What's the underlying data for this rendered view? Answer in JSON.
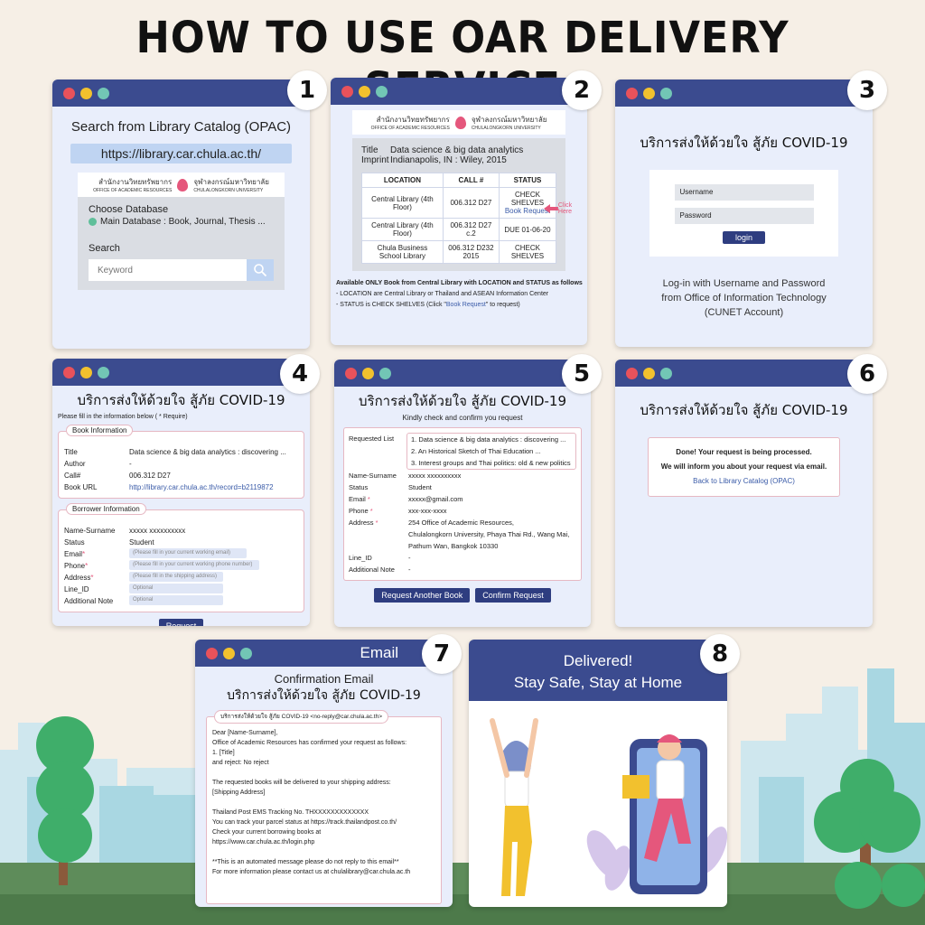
{
  "title": "HOW TO USE OAR DELIVERY SERVICE",
  "colors": {
    "bar": "#3b4b8f",
    "panel": "#e9eefb",
    "accent": "#e5577c",
    "button": "#2e3d80",
    "background": "#f6efe6"
  },
  "logo": {
    "left_th": "สำนักงานวิทยทรัพยากร",
    "left_en": "OFFICE OF ACADEMIC RESOURCES",
    "right_th": "จุฬาลงกรณ์มหาวิทยาลัย",
    "right_en": "CHULALONGKORN UNIVERSITY"
  },
  "service_th": "บริการส่งให้ด้วยใจ สู้ภัย COVID-19",
  "steps": {
    "s1": {
      "num": "1",
      "heading": "Search from Library Catalog (OPAC)",
      "url": "https://library.car.chula.ac.th/",
      "choose_label": "Choose Database",
      "database": "Main Database : Book, Journal, Thesis ...",
      "search_label": "Search",
      "search_placeholder": "Keyword",
      "search_icon": "magnifier-icon"
    },
    "s2": {
      "num": "2",
      "title_label": "Title",
      "title_value": "Data science & big data analytics",
      "imprint_label": "Imprint",
      "imprint_value": "Indianapolis, IN : Wiley, 2015",
      "headers": [
        "LOCATION",
        "CALL #",
        "STATUS"
      ],
      "rows": [
        {
          "location": "Central Library (4th Floor)",
          "call": "006.312 D27",
          "status": "CHECK SHELVES",
          "link": "Book Request"
        },
        {
          "location": "Central Library (4th Floor)",
          "call": "006.312 D27 c.2",
          "status": "DUE 01-06-20"
        },
        {
          "location": "Chula Business School Library",
          "call": "006.312 D232 2015",
          "status": "CHECK SHELVES"
        }
      ],
      "click_here": "Click Here",
      "note1": "Available ONLY Book from Central Library with LOCATION and STATUS as follows",
      "note2": "- LOCATION are Central Library or Thailand and ASEAN Information Center",
      "note3_pre": "- STATUS is CHECK SHELVES (Click \"",
      "note3_link": "Book Request",
      "note3_post": "\" to request)"
    },
    "s3": {
      "num": "3",
      "username": "Username",
      "password": "Password",
      "login": "login",
      "desc1": "Log-in with Username and Password",
      "desc2": "from Office of Information Technology",
      "desc3": "(CUNET Account)"
    },
    "s4": {
      "num": "4",
      "instruction": "Please fill in the information below ( * Require)",
      "book_tag": "Book Information",
      "book": [
        [
          "Title",
          "Data science & big data analytics : discovering ..."
        ],
        [
          "Author",
          "-"
        ],
        [
          "Call#",
          "006.312 D27"
        ],
        [
          "Book URL",
          "http://library.car.chula.ac.th/record=b2119872"
        ]
      ],
      "borrower_tag": "Borrower Information",
      "borrower": [
        [
          "Name-Surname",
          "xxxxx xxxxxxxxxx"
        ],
        [
          "Status",
          "Student"
        ]
      ],
      "fields": [
        [
          "Email",
          "*",
          "(Please fill in your current working email)"
        ],
        [
          "Phone",
          "*",
          "(Please fill in your current working phone number)"
        ],
        [
          "Address",
          "*",
          "(Please fill in the shipping address)"
        ],
        [
          "Line_ID",
          "",
          "Optional"
        ],
        [
          "Additional Note",
          "",
          "Optional"
        ]
      ],
      "request": "Request"
    },
    "s5": {
      "num": "5",
      "subtitle": "Kindly check and confirm you request",
      "req_label": "Requested List",
      "req": [
        "1. Data science & big data analytics : discovering ...",
        "2. An Historical Sketch of Thai Education ...",
        "3. Interest groups and Thai politics: old & new politics"
      ],
      "rows": [
        [
          "Name-Surname",
          "",
          "xxxxx xxxxxxxxxx"
        ],
        [
          "Status",
          "",
          "Student"
        ],
        [
          "Email",
          "*",
          "xxxxx@gmail.com"
        ],
        [
          "Phone",
          "*",
          "xxx-xxx-xxxx"
        ]
      ],
      "address_label": "Address",
      "address": [
        "254 Office of Academic Resources,",
        "Chulalongkorn University, Phaya Thai Rd., Wang Mai,",
        "Pathum Wan, Bangkok 10330"
      ],
      "rows2": [
        [
          "Line_ID",
          "-"
        ],
        [
          "Additional Note",
          "-"
        ]
      ],
      "btn_another": "Request Another Book",
      "btn_confirm": "Confirm Request"
    },
    "s6": {
      "num": "6",
      "line1": "Done! Your request is being processed.",
      "line2": "We will inform you about your request via email.",
      "link": "Back to Library Catalog (OPAC)"
    },
    "s7": {
      "num": "7",
      "bar_title": "Email",
      "heading": "Confirmation Email",
      "from": "บริการส่งให้ด้วยใจ สู้ภัย COVID-19 <no-reply@car.chula.ac.th>",
      "lines": [
        "Dear [Name-Surname],",
        "Office of Academic Resources has confirmed your request as follows:",
        "1. [Title]",
        "and reject: No reject",
        "",
        "The requested books will be delivered to your shipping address:",
        "[Shipping Address]",
        "",
        "Thailand Post EMS Tracking No. THXXXXXXXXXXXXX",
        "You can track your parcel status at https://track.thailandpost.co.th/",
        "Check your current borrowing books at",
        "https://www.car.chula.ac.th/login.php",
        "",
        "**This is an automated message please do not reply to this email**",
        "For more information please contact us at chulalibrary@car.chula.ac.th"
      ]
    },
    "s8": {
      "num": "8",
      "line1": "Delivered!",
      "line2": "Stay Safe, Stay at Home"
    }
  }
}
